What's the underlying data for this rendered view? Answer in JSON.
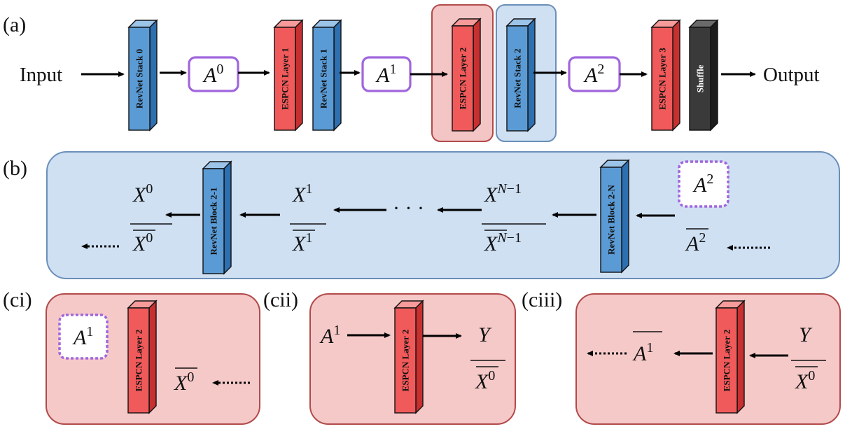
{
  "panel_labels": {
    "a": "(a)",
    "b": "(b)",
    "ci": "(ci)",
    "cii": "(cii)",
    "ciii": "(ciii)"
  },
  "io": {
    "input": "Input",
    "output": "Output"
  },
  "blocks": {
    "revnet_stack_0": "RevNet Stack 0",
    "espcn_layer_1": "ESPCN Layer 1",
    "revnet_stack_1": "RevNet Stack 1",
    "espcn_layer_2": "ESPCN Layer 2",
    "revnet_stack_2": "RevNet Stack 2",
    "espcn_layer_3": "ESPCN Layer 3",
    "shuffle": "Shuffle",
    "revnet_block_2_1": "RevNet Block 2-1",
    "revnet_block_2_n": "RevNet Block 2-N"
  },
  "math": {
    "A": "A",
    "X": "X",
    "Y": "Y",
    "sup0": "0",
    "sup1": "1",
    "sup2": "2",
    "supN": "N",
    "supMinus1": "−1",
    "ellipsis": "· · ·"
  },
  "colors": {
    "blue_front": "#5b9bd5",
    "blue_side": "#2e6fb0",
    "blue_top": "#9cc3e8",
    "red_front": "#f05a5a",
    "red_side": "#c73030",
    "red_top": "#f79a9a",
    "dark_front": "#3a3a3a",
    "dark_side": "#1c1c1c",
    "dark_top": "#6a6a6a",
    "purple": "#a066dd",
    "panel_blue_fill": "#cfe0f3",
    "panel_blue_stroke": "#6b8fb8",
    "panel_red_fill": "#f6c9c9",
    "panel_red_stroke": "#b24a4a"
  }
}
